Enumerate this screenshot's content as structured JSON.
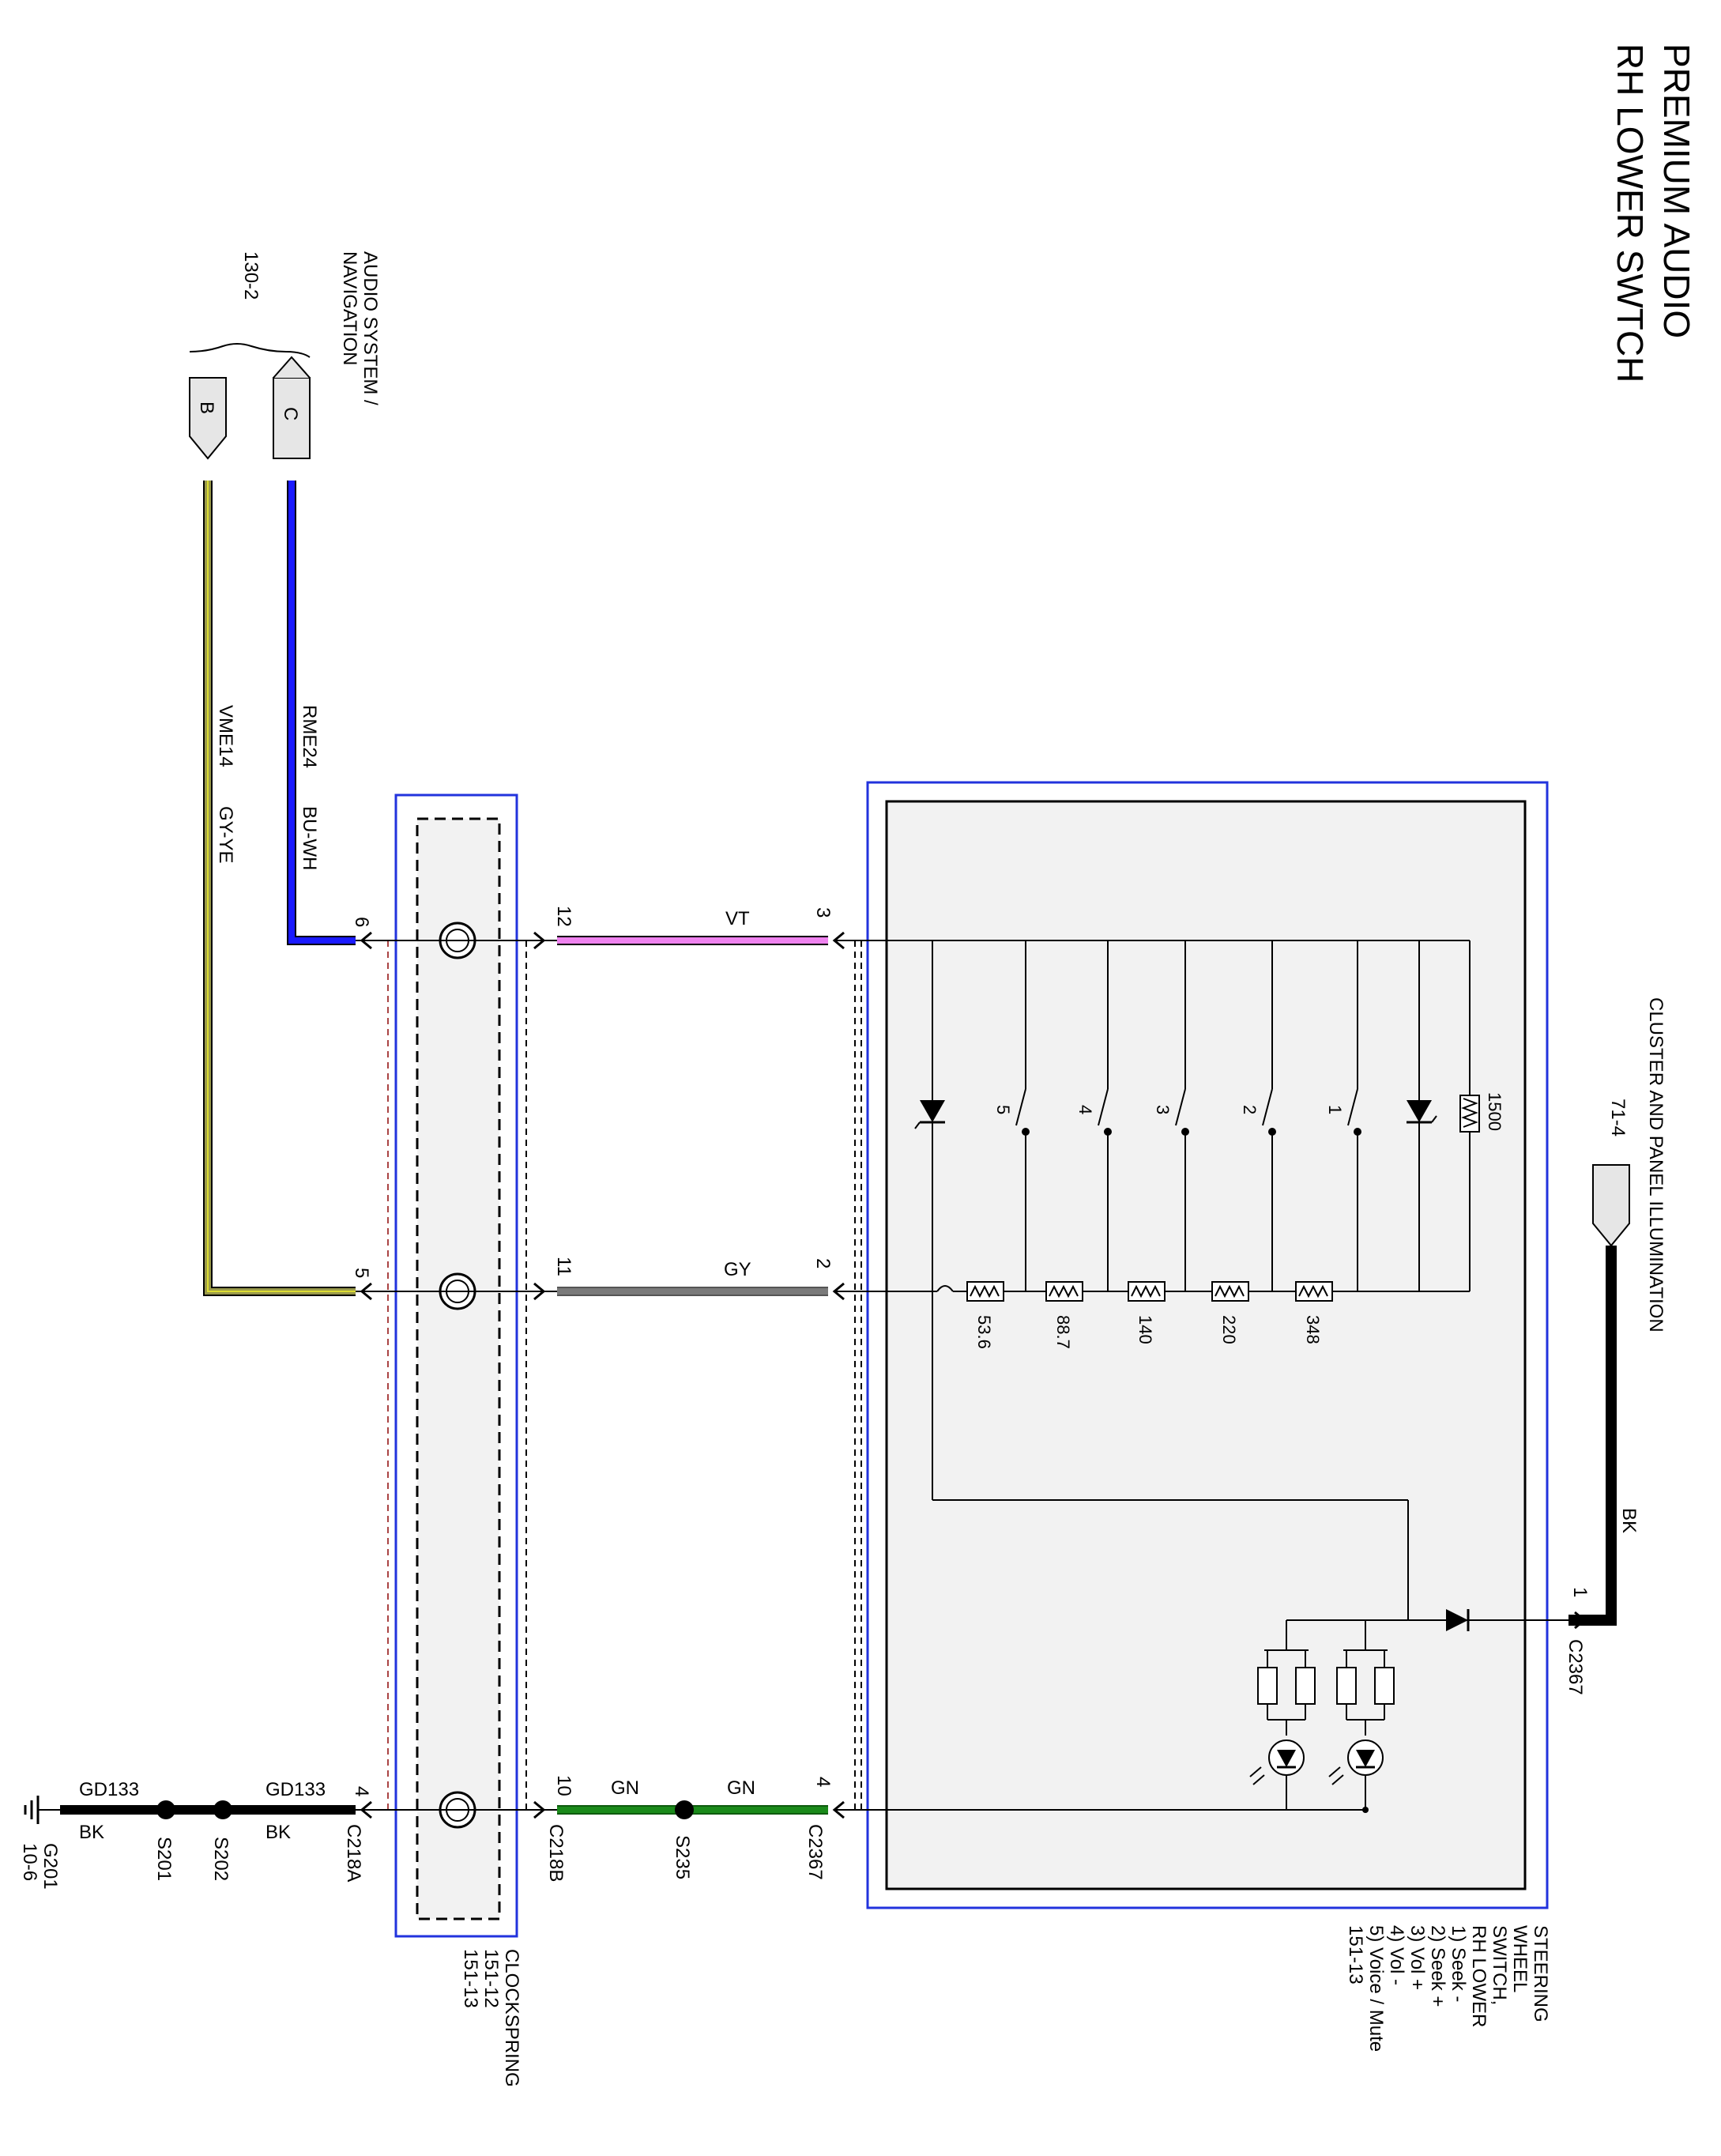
{
  "title": {
    "line1": "PREMIUM AUDIO",
    "line2": "RH LOWER SWTCH"
  },
  "audio_system": {
    "label_line1": "AUDIO SYSTEM /",
    "label_line2": "NAVIGATION",
    "ref": "130-2",
    "pin_c": "C",
    "pin_b": "B"
  },
  "wires": {
    "rme24": {
      "circuit": "RME24",
      "color_code": "BU-WH",
      "color": "#1a1aff"
    },
    "vme14": {
      "circuit": "VME14",
      "color_code": "GY-YE",
      "color": "#8a8a3a"
    },
    "vt": {
      "color_code": "VT",
      "color": "#ee82ee"
    },
    "gy": {
      "color_code": "GY",
      "color": "#7a7a7a"
    },
    "gn": {
      "color_code": "GN",
      "color": "#1a8a1a"
    },
    "bk": {
      "color_code": "BK",
      "color": "#000000"
    },
    "gd133": {
      "circuit": "GD133",
      "color_code": "BK"
    }
  },
  "clockspring": {
    "name": "CLOCKSPRING",
    "ref1": "151-12",
    "ref2": "151-13",
    "left_pins": [
      "6",
      "5",
      "4"
    ],
    "right_pins": [
      "12",
      "11",
      "10"
    ],
    "connector_left": "C218A",
    "connector_right": "C218B"
  },
  "switch_module": {
    "name_line1": "STEERING",
    "name_line2": "WHEEL",
    "name_line3": "SWITCH,",
    "name_line4": "RH LOWER",
    "functions": [
      "1) Seek -",
      "2) Seek +",
      "3) Vol +",
      "4) Vol -",
      "5) Voice / Mute"
    ],
    "ref": "151-13",
    "pins": [
      "3",
      "2",
      "4",
      "1"
    ],
    "connector": "C2367",
    "switch_numbers": [
      "1",
      "2",
      "3",
      "4",
      "5"
    ],
    "resistors": [
      "1500",
      "348",
      "220",
      "140",
      "88.7",
      "53.6"
    ]
  },
  "illumination": {
    "label": "CLUSTER AND PANEL ILLUMINATION",
    "ref": "71-4"
  },
  "splices": [
    "S235",
    "S202",
    "S201"
  ],
  "ground": {
    "name": "G201",
    "ref": "10-6"
  },
  "colors": {
    "frame_blue": "#2233dd",
    "module_fill": "#f2f2f2"
  }
}
